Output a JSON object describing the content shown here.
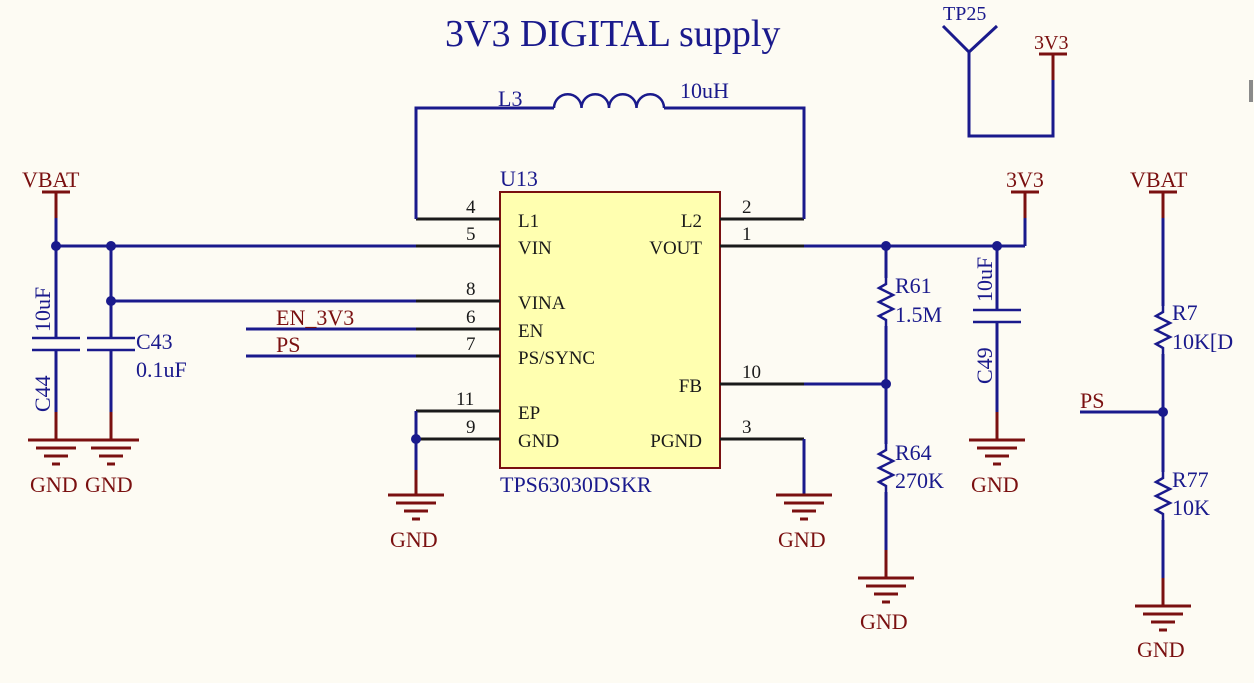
{
  "title": "3V3 DIGITAL supply",
  "ic": {
    "ref": "U13",
    "part": "TPS63030DSKR",
    "pins_left": [
      {
        "num": "4",
        "name": "L1"
      },
      {
        "num": "5",
        "name": "VIN"
      },
      {
        "num": "8",
        "name": "VINA"
      },
      {
        "num": "6",
        "name": "EN"
      },
      {
        "num": "7",
        "name": "PS/SYNC"
      },
      {
        "num": "11",
        "name": "EP"
      },
      {
        "num": "9",
        "name": "GND"
      }
    ],
    "pins_right": [
      {
        "num": "2",
        "name": "L2"
      },
      {
        "num": "1",
        "name": "VOUT"
      },
      {
        "num": "10",
        "name": "FB"
      },
      {
        "num": "3",
        "name": "PGND"
      }
    ]
  },
  "inductor": {
    "ref": "L3",
    "value": "10uH"
  },
  "nets": {
    "vbat_left": "VBAT",
    "vbat_right": "VBAT",
    "v3v3_out": "3V3",
    "v3v3_tp": "3V3",
    "en": "EN_3V3",
    "ps_left": "PS",
    "ps_right": "PS"
  },
  "testpoint": {
    "ref": "TP25"
  },
  "capacitors": {
    "c44": {
      "ref": "C44",
      "value": "10uF"
    },
    "c43": {
      "ref": "C43",
      "value": "0.1uF"
    },
    "c49": {
      "ref": "C49",
      "value": "10uF"
    }
  },
  "resistors": {
    "r61": {
      "ref": "R61",
      "value": "1.5M"
    },
    "r64": {
      "ref": "R64",
      "value": "270K"
    },
    "r7": {
      "ref": "R7",
      "value": "10K[D"
    },
    "r77": {
      "ref": "R77",
      "value": "10K"
    }
  },
  "gnd_labels": {
    "c44": "GND",
    "c43": "GND",
    "ic_gnd": "GND",
    "pgnd": "GND",
    "r64": "GND",
    "c49": "GND",
    "r77": "GND"
  },
  "colors": {
    "background": "#fdfbf3",
    "wire": "#1a1a8c",
    "power_port": "#7a1010",
    "ic_fill": "#ffffb0",
    "ic_border": "#7a1010"
  }
}
